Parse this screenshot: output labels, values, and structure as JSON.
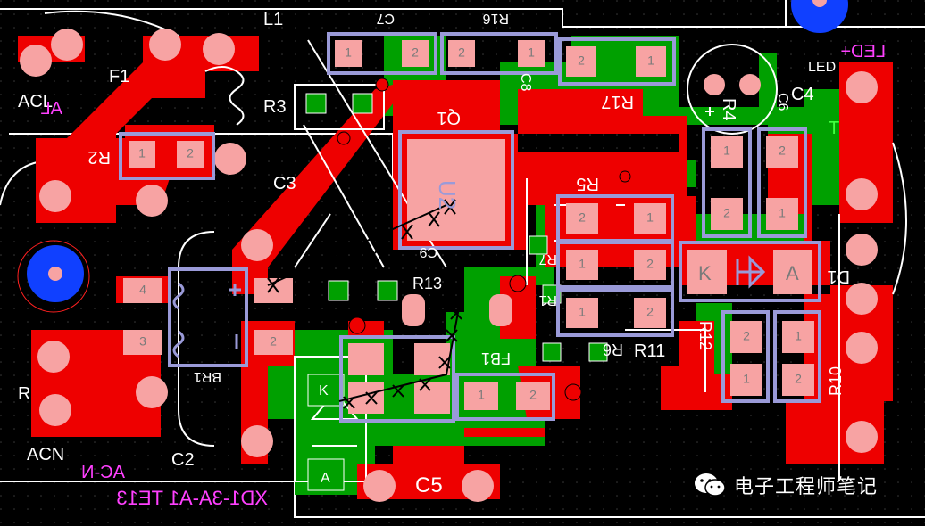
{
  "board": {
    "silk_labels": {
      "L1": "L1",
      "C7": "C7",
      "R16": "R16",
      "F1": "F1",
      "ACL": "ACL",
      "R3": "R3",
      "C8": "C8",
      "R17": "R17",
      "R4": "R4",
      "C6": "C6",
      "C4": "C4",
      "LED": "LED",
      "R2": "R2",
      "C3": "C3",
      "Q1": "Q1",
      "R5": "R5",
      "T": "T",
      "U2": "U2",
      "C9": "C9",
      "R7": "R7",
      "R1": "R1",
      "D1": "D1",
      "R13": "R13",
      "BR1": "BR1",
      "R6": "R6",
      "FB1": "FB1",
      "R11": "R11",
      "R12": "R12",
      "R10": "R10",
      "R_left": "R",
      "ACN": "ACN",
      "C2": "C2",
      "C5": "C5",
      "K": "K",
      "A": "A"
    },
    "mirror_labels": {
      "AL": "AL",
      "ACN_bottom": "AC-N",
      "LED_plus": "LED+",
      "part_code": "XD1-3A-A1 TE13"
    },
    "colors": {
      "background": "#000000",
      "top_copper": "#ee0000",
      "bottom_copper": "#00a000",
      "pad": "#f7a3a3",
      "silkscreen": "#ffffff",
      "bottom_silk": "#ff40ff",
      "component_outline": "#9a9ad8",
      "via_blue": "#1040ff"
    }
  },
  "watermark": {
    "icon": "wechat-icon",
    "text": "电子工程师笔记"
  }
}
